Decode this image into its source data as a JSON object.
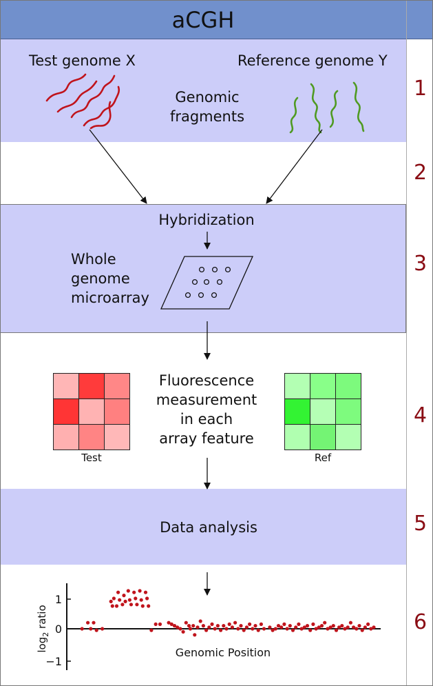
{
  "title": "aCGH",
  "steps": [
    "1",
    "2",
    "3",
    "4",
    "5",
    "6"
  ],
  "labels": {
    "test_genome": "Test genome X",
    "reference_genome": "Reference genome Y",
    "genomic_fragments": "Genomic\nfragments",
    "hybridization": "Hybridization",
    "microarray": "Whole\ngenome\nmicroarray",
    "fluorescence": "Fluorescence\nmeasurement\nin each\narray feature",
    "test_grid": "Test",
    "ref_grid": "Ref",
    "data_analysis": "Data analysis"
  },
  "colors": {
    "header": "#7190cc",
    "band": "#cccdf9",
    "test_strand": "#c0141c",
    "ref_strand": "#4f9a22",
    "step_number": "#8a0d14",
    "dot": "#c0141c"
  },
  "heatmaps": {
    "test": [
      [
        "#ffb6b6",
        "#ff3b3b",
        "#ff8787"
      ],
      [
        "#ff3535",
        "#ffb3b3",
        "#ff8080"
      ],
      [
        "#ffb0b0",
        "#ff8484",
        "#ffb8b8"
      ]
    ],
    "ref": [
      [
        "#b3ffb3",
        "#89ff89",
        "#7dfa7d"
      ],
      [
        "#33f333",
        "#b5ffb5",
        "#7efb7e"
      ],
      [
        "#b0ffb0",
        "#74f474",
        "#b3ffb3"
      ]
    ]
  },
  "chart_data": {
    "type": "scatter",
    "xlabel": "Genomic Position",
    "ylabel": "log2 ratio",
    "yticks": [
      "1",
      "0",
      "−1"
    ],
    "ylim": [
      -1.2,
      1.4
    ],
    "xlim": [
      0,
      100
    ],
    "points": [
      [
        1,
        0
      ],
      [
        3,
        0.2
      ],
      [
        4,
        0
      ],
      [
        5,
        0.2
      ],
      [
        6,
        -0.05
      ],
      [
        8,
        0
      ],
      [
        11,
        0.9
      ],
      [
        11.5,
        0.75
      ],
      [
        12,
        1.0
      ],
      [
        13,
        0.75
      ],
      [
        13.5,
        1.2
      ],
      [
        14,
        0.95
      ],
      [
        15,
        0.8
      ],
      [
        15.5,
        1.1
      ],
      [
        16,
        0.9
      ],
      [
        17,
        1.25
      ],
      [
        17.5,
        0.95
      ],
      [
        18,
        0.8
      ],
      [
        19,
        1.2
      ],
      [
        19.5,
        1.0
      ],
      [
        20,
        0.8
      ],
      [
        21,
        1.25
      ],
      [
        21.5,
        0.95
      ],
      [
        22,
        0.75
      ],
      [
        23,
        1.2
      ],
      [
        23.5,
        1.0
      ],
      [
        24,
        0.75
      ],
      [
        25,
        -0.05
      ],
      [
        26.5,
        0.15
      ],
      [
        28,
        0.15
      ],
      [
        31,
        0.2
      ],
      [
        32,
        0.15
      ],
      [
        33,
        0.1
      ],
      [
        34,
        0.05
      ],
      [
        35,
        0
      ],
      [
        36,
        -0.1
      ],
      [
        37,
        0.2
      ],
      [
        38,
        0.1
      ],
      [
        38.5,
        0
      ],
      [
        39.5,
        0.1
      ],
      [
        40,
        -0.2
      ],
      [
        41,
        0.05
      ],
      [
        42,
        0.25
      ],
      [
        43,
        0.1
      ],
      [
        44,
        -0.05
      ],
      [
        45,
        0.05
      ],
      [
        46,
        0.15
      ],
      [
        47,
        0
      ],
      [
        48,
        0.1
      ],
      [
        49,
        -0.05
      ],
      [
        50,
        0.1
      ],
      [
        51,
        0
      ],
      [
        52,
        0.15
      ],
      [
        53,
        0.05
      ],
      [
        54,
        0.2
      ],
      [
        55,
        0
      ],
      [
        56,
        0.1
      ],
      [
        57,
        -0.05
      ],
      [
        58,
        0.05
      ],
      [
        59,
        0.15
      ],
      [
        60,
        0
      ],
      [
        61,
        0.1
      ],
      [
        62,
        -0.05
      ],
      [
        63,
        0.15
      ],
      [
        64,
        0
      ],
      [
        66,
        0.05
      ],
      [
        67,
        -0.05
      ],
      [
        68,
        0
      ],
      [
        69,
        0.1
      ],
      [
        70,
        0.05
      ],
      [
        71,
        0.15
      ],
      [
        72,
        0
      ],
      [
        73,
        0.1
      ],
      [
        74,
        -0.05
      ],
      [
        75,
        0.05
      ],
      [
        76,
        0.15
      ],
      [
        77,
        0
      ],
      [
        78,
        0.05
      ],
      [
        79,
        0.1
      ],
      [
        80,
        -0.05
      ],
      [
        81,
        0.15
      ],
      [
        82,
        0
      ],
      [
        83,
        0.05
      ],
      [
        84,
        0.1
      ],
      [
        85,
        0.2
      ],
      [
        86,
        0
      ],
      [
        87,
        0.05
      ],
      [
        88,
        0.1
      ],
      [
        89,
        -0.05
      ],
      [
        90,
        0.05
      ],
      [
        91,
        0.1
      ],
      [
        92,
        0
      ],
      [
        93,
        0.05
      ],
      [
        94,
        0.2
      ],
      [
        95,
        0.05
      ],
      [
        96,
        0
      ],
      [
        97,
        0.1
      ],
      [
        98,
        -0.05
      ],
      [
        99,
        0.05
      ],
      [
        100,
        0.15
      ],
      [
        101,
        0
      ],
      [
        102,
        0.05
      ]
    ]
  }
}
